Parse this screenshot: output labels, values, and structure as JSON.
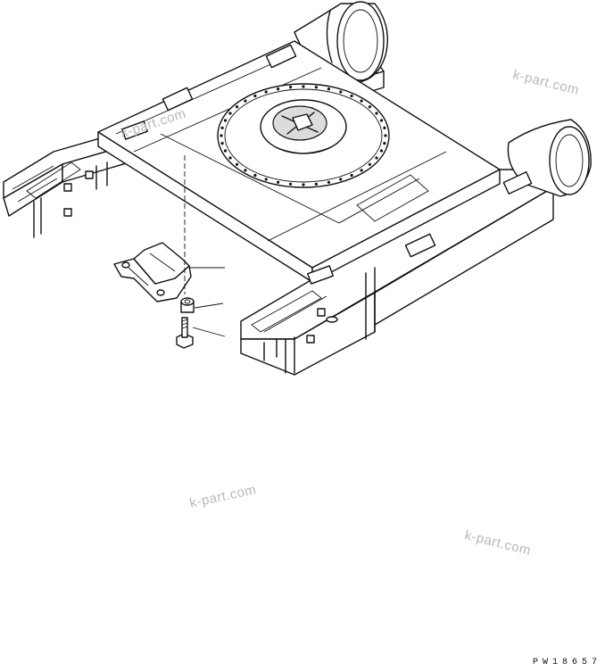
{
  "watermark_text": "k-part.com",
  "drawing_code": "PW18657",
  "parts": [
    {
      "name": "bracket"
    },
    {
      "name": "spacer-collar"
    },
    {
      "name": "bolt"
    }
  ]
}
